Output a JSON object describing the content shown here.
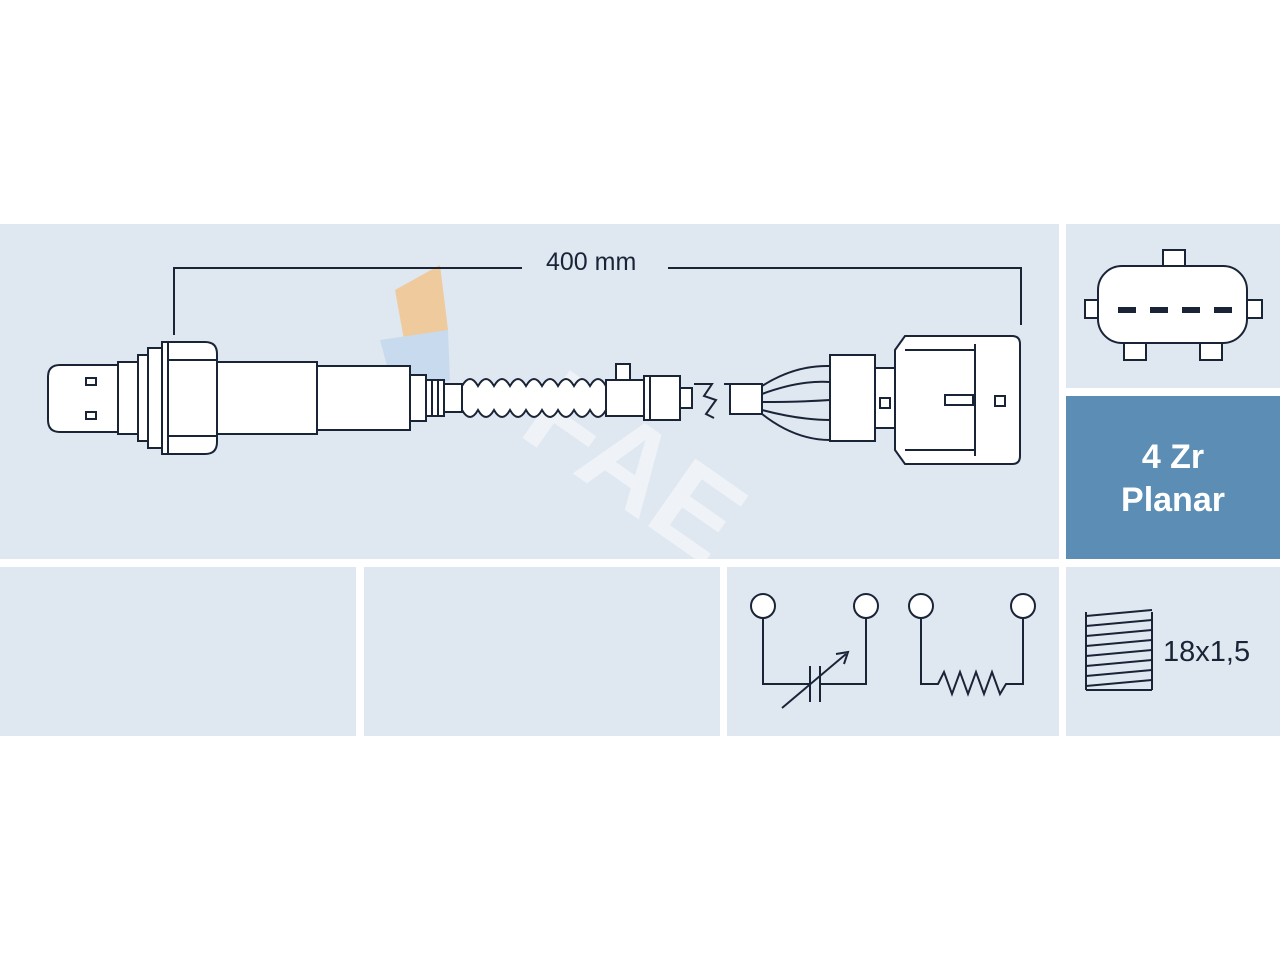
{
  "dimension": {
    "length_label": "400 mm"
  },
  "sensor_type": {
    "line1": "4 Zr",
    "line2": "Planar"
  },
  "thread": {
    "label": "18x1,5"
  },
  "colors": {
    "panel": "#dfe7f1",
    "type_panel": "#5b8db5",
    "line": "#1a2437",
    "watermark_orange": "#f2c48e",
    "watermark_blue": "#c5d8ee"
  },
  "connector": {
    "pin_count": 4
  },
  "icons": [
    "sensor-drawing",
    "connector-plug-icon",
    "heater-resistor-symbol",
    "variable-resistor-symbol",
    "thread-icon",
    "brand-watermark"
  ]
}
